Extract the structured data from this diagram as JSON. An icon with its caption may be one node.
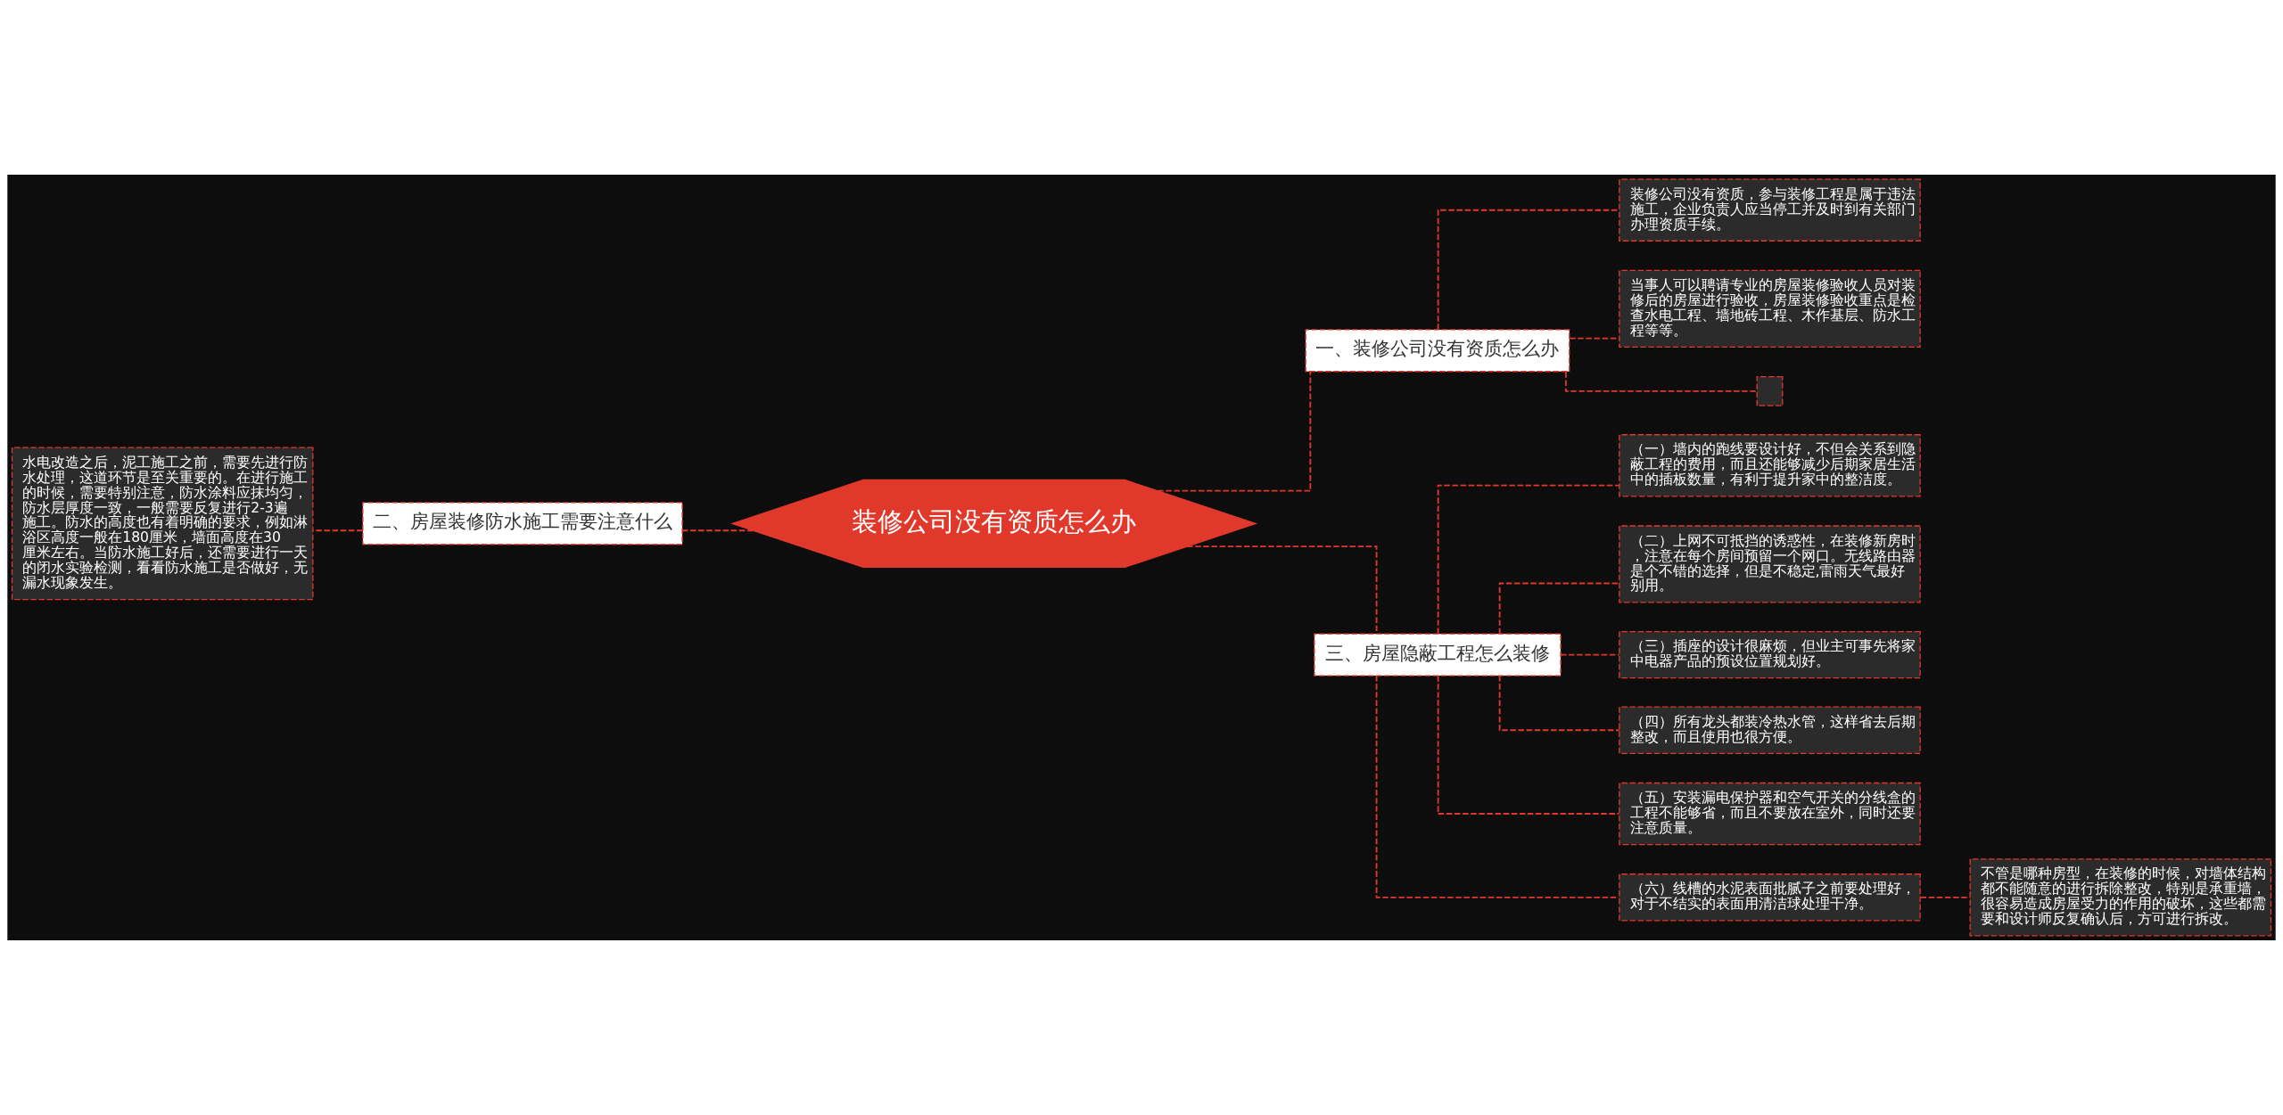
{
  "diagram": {
    "nodes": [
      {
        "text": [
          "装修公司没有资质怎么办"
        ]
      },
      {
        "text": [
          "一、装修公司没有资质怎么办"
        ]
      },
      {
        "text": [
          "装修公司没有资质，参与装修工程是属于违法施工，企业负责人应当停工并及时到有关部门办理资质手续。"
        ]
      },
      {
        "text": [
          "当事人可以聘请专业的房屋装修验收人员对装修后的房屋进行验收，房屋装修验收重点是检查水电工程、墙地砖工程、木作基层、防水工程等等。"
        ]
      },
      {
        "text": [],
        "shape": "box"
      },
      {
        "text": [
          "二、房屋装修防水施工需要注意什么"
        ]
      },
      {
        "text": [
          "水电改造之后，泥工施工之前，需要先进行防水处理，这道环节是至关重要的。在进行施工的时候，需要特别注意，防水涂料应抹均匀，防水层厚度一致，一般需要反复进行2-3遍施工。防水的高度也有着明确的要求，例如淋浴区高度一般在180厘米，墙面高度在30厘米左右。当防水施工好后，还需要进行一天的闭水实验检测，看看防水施工是否做好，无漏水现象发生。"
        ]
      },
      {
        "text": [
          "三、房屋隐蔽工程怎么装修"
        ]
      },
      {
        "text": [
          "（一）墙内的跑线要设计好，不但会关系到隐蔽工程的费用，而且还能够减少后期家居生活中的插板数量，有利于提升家中的整洁度。"
        ]
      },
      {
        "text": [
          "（二）上网不可抵挡的诱惑性，在装修新房时，注意在每个房间预留一个网口。无线路由器是个不错的选择，但是不稳定,雷雨天气最好别用。"
        ]
      },
      {
        "text": [
          "（三）插座的设计很麻烦，但业主可事先将家中电器产品的预设位置规划好。"
        ]
      },
      {
        "text": [
          "（四）所有龙头都装冷热水管，这样省去后期整改，而且使用也很方便。"
        ]
      },
      {
        "text": [
          "（五）安装漏电保护器和空气开关的分线盒的工程不能够省，而且不要放在室外，同时还要注意质量。"
        ]
      },
      {
        "text": [
          "（六）线槽的水泥表面批腻子之前要处理好，对于不结实的表面用清洁球处理干净。"
        ]
      },
      {
        "text": [
          "不管是哪种房型，在装修的时候，对墙体结构都不能随意的进行拆除整改，特别是承重墙，很容易造成房屋受力的作用的破坏，这些都需要和设计师反复确认后，方可进行拆改。"
        ]
      }
    ],
    "edges": [
      {
        "from": 0,
        "to": 1,
        "arrow": "none"
      },
      {
        "from": 1,
        "to": 2,
        "arrow": "none"
      },
      {
        "from": 1,
        "to": 3,
        "arrow": "none"
      },
      {
        "from": 1,
        "to": 4,
        "arrow": "none"
      },
      {
        "from": 0,
        "to": 5,
        "arrow": "none"
      },
      {
        "from": 5,
        "to": 6,
        "arrow": "none"
      },
      {
        "from": 0,
        "to": 7,
        "arrow": "none"
      },
      {
        "from": 7,
        "to": 8,
        "arrow": "none"
      },
      {
        "from": 7,
        "to": 9,
        "arrow": "none"
      },
      {
        "from": 7,
        "to": 10,
        "arrow": "none"
      },
      {
        "from": 7,
        "to": 11,
        "arrow": "none"
      },
      {
        "from": 7,
        "to": 12,
        "arrow": "none"
      },
      {
        "from": 7,
        "to": 13,
        "arrow": "none"
      },
      {
        "from": 13,
        "to": 14,
        "arrow": "none"
      }
    ]
  }
}
